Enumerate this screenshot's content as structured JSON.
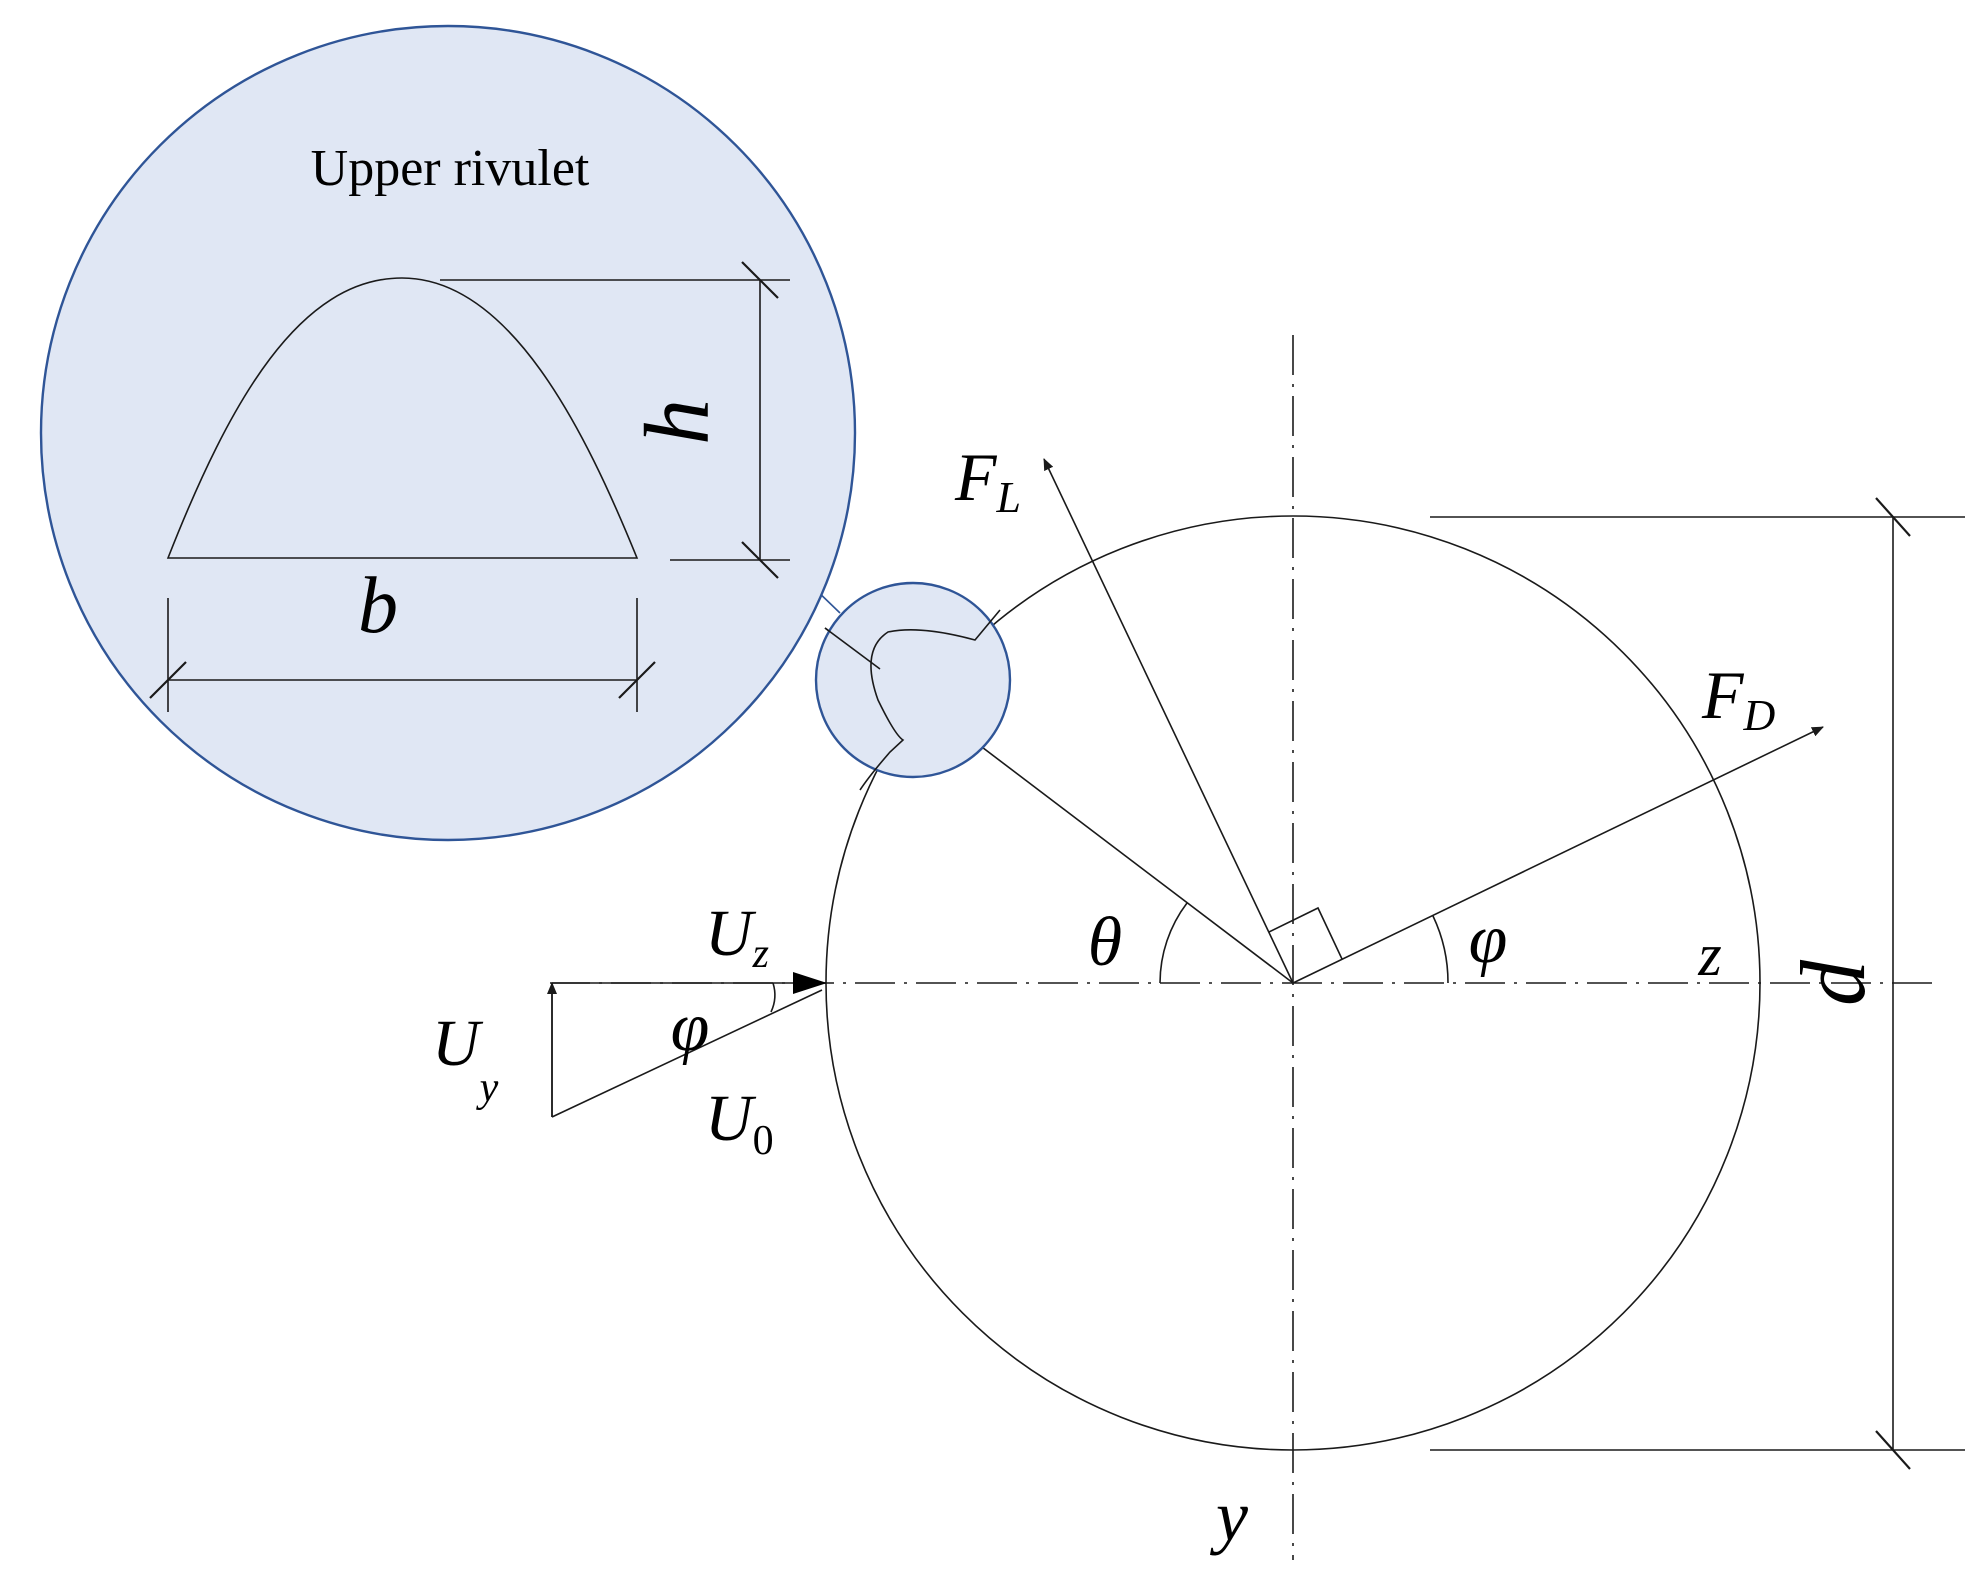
{
  "diagram": {
    "inset_title": "Upper rivulet",
    "colors": {
      "lens_fill": "#e0e7f4",
      "lens_stroke": "#2f5597",
      "line": "#1a1a1a"
    },
    "labels": {
      "h": "h",
      "b": "b",
      "F": "F",
      "L": "L",
      "D": "D",
      "theta": "θ",
      "phi": "φ",
      "z": "z",
      "y": "y",
      "d": "d",
      "U": "U",
      "sub_z": "z",
      "sub_y": "y",
      "sub_0": "0"
    }
  }
}
